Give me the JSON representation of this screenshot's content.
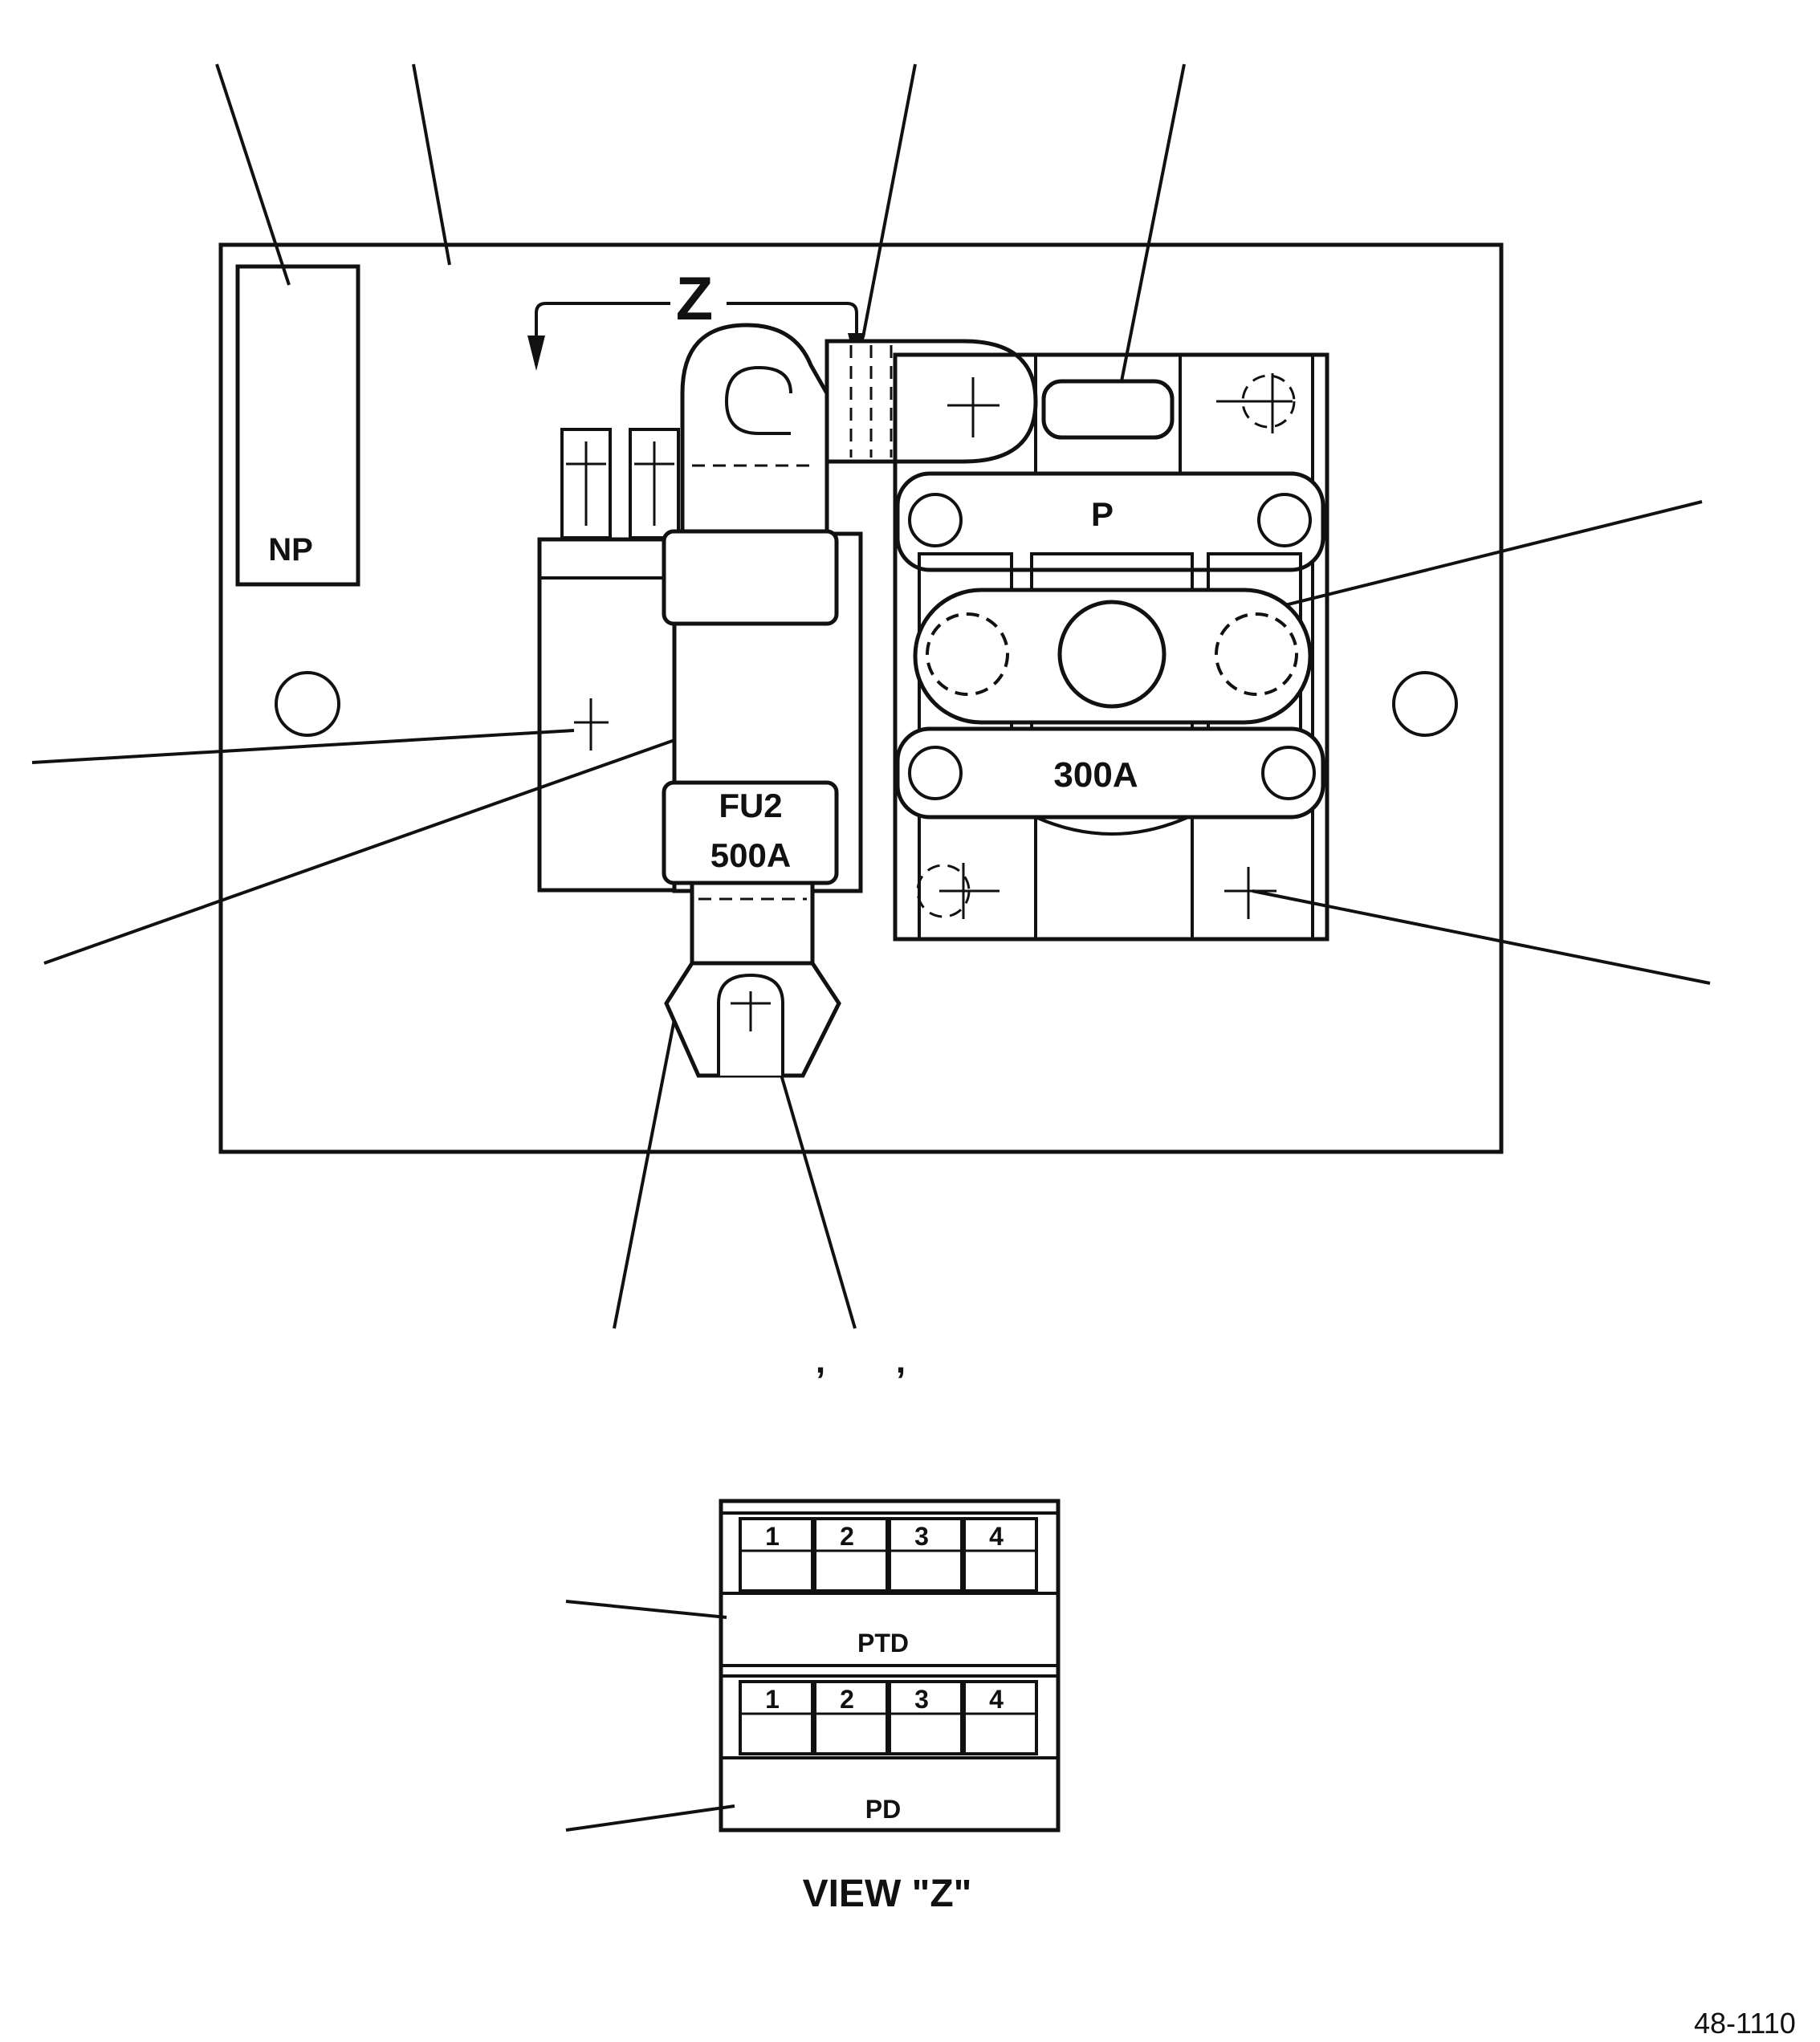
{
  "labels": {
    "nameplate": "NP",
    "breaker_top": "P",
    "breaker_rating": "300A",
    "fuse_name": "FU2",
    "fuse_rating": "500A",
    "view_arrow": "Z",
    "ptd": "PTD",
    "pd": "PD",
    "view_caption": "VIEW \"Z\"",
    "figure_number": "48-1110",
    "comma_marks": [
      ",",
      ","
    ]
  },
  "terminal_block_upper": [
    "1",
    "2",
    "3",
    "4"
  ],
  "terminal_block_lower": [
    "1",
    "2",
    "3",
    "4"
  ]
}
